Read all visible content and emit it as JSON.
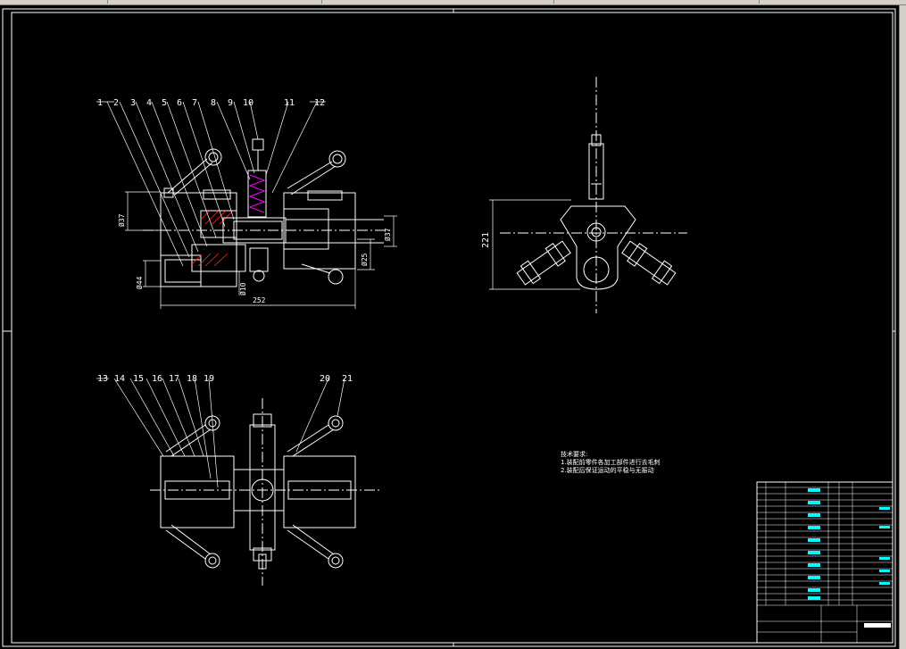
{
  "view": {
    "background": "#000000",
    "line_color": "#ffffff",
    "accent_cyan": "#00ffff",
    "accent_magenta": "#ff00ff",
    "accent_yellow": "#ffff00"
  },
  "balloons_top": [
    "1",
    "2",
    "3",
    "4",
    "5",
    "6",
    "7",
    "8",
    "9",
    "10",
    "11",
    "12"
  ],
  "balloons_bottom": [
    "13",
    "14",
    "15",
    "16",
    "17",
    "18",
    "19",
    "20",
    "21"
  ],
  "dimensions": {
    "d1": "Ø37",
    "d2": "Ø37",
    "d3": "Ø25",
    "d4": "Ø10",
    "d5": "Ø44",
    "length": "252",
    "side_height": "221"
  },
  "notes": {
    "title": "技术要求:",
    "line1": "1.装配前零件各加工部件进行去毛刺",
    "line2": "2.装配后保证运动的平稳与无振动"
  }
}
